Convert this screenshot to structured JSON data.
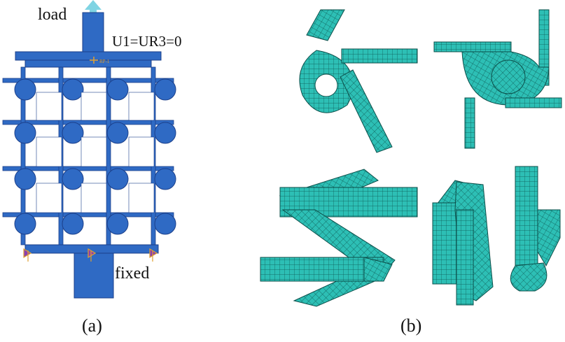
{
  "panel_a": {
    "label": "(a)",
    "load_text": "load",
    "bc_text": "U1=UR3=0",
    "fixed_text": "fixed",
    "refpoint_text": "RP-1"
  },
  "panel_b": {
    "label": "(b)"
  },
  "colors": {
    "structure_blue": "#2f6ac4",
    "outline_blue": "#1b3f8a",
    "mesh_fill": "#2dbfb5",
    "mesh_line": "#0c4f4a",
    "arrow": "#7fd4e3"
  }
}
